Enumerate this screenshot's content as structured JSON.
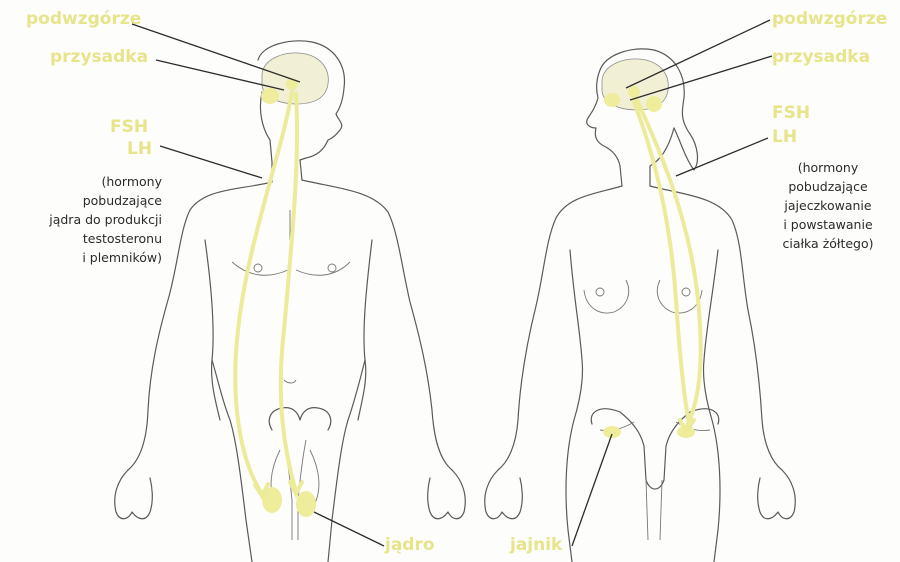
{
  "colors": {
    "accent_yellow": "#e7e48a",
    "pointer_line": "#2c2c2c",
    "outline": "#5a5a5a"
  },
  "male": {
    "hypothalamus_label": "podwzgórze",
    "pituitary_label": "przysadka",
    "hormone_fsh": "FSH",
    "hormone_lh": "LH",
    "description_lines": [
      "(hormony",
      "pobudzające",
      "jądra do produkcji",
      "testosteronu",
      "i plemników)"
    ],
    "gonad_label": "jądro"
  },
  "female": {
    "hypothalamus_label": "podwzgórze",
    "pituitary_label": "przysadka",
    "hormone_fsh": "FSH",
    "hormone_lh": "LH",
    "description_lines": [
      "(hormony",
      "pobudzające",
      "jajeczkowanie",
      "i powstawanie",
      "ciałka żółtego)"
    ],
    "gonad_label": "jajnik"
  }
}
